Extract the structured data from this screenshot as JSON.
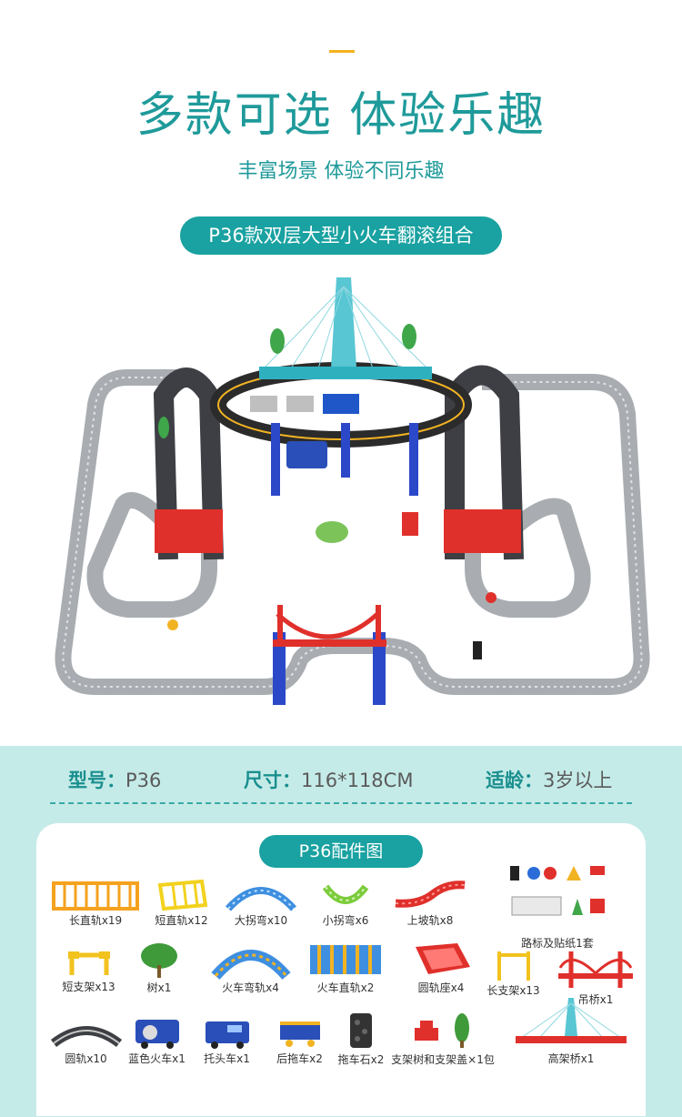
{
  "header": {
    "title": "多款可选 体验乐趣",
    "subtitle": "丰富场景 体验不同乐趣",
    "product_pill": "P36款双层大型小火车翻滚组合"
  },
  "specs": {
    "model_key": "型号：",
    "model_val": "P36",
    "size_key": "尺寸：",
    "size_val": "116*118CM",
    "age_key": "适龄：",
    "age_val": "3岁以上"
  },
  "parts": {
    "title": "P36配件图",
    "items": [
      {
        "label": "长直轨x19"
      },
      {
        "label": "短直轨x12"
      },
      {
        "label": "大拐弯x10"
      },
      {
        "label": "小拐弯x6"
      },
      {
        "label": "上坡轨x8"
      },
      {
        "label": "路标及贴纸1套"
      },
      {
        "label": "短支架x13"
      },
      {
        "label": "树x1"
      },
      {
        "label": "火车弯轨x4"
      },
      {
        "label": "火车直轨x2"
      },
      {
        "label": "圆轨座x4"
      },
      {
        "label": "长支架x13"
      },
      {
        "label": "吊桥x1"
      },
      {
        "label": "圆轨x10"
      },
      {
        "label": "蓝色火车x1"
      },
      {
        "label": "托头车x1"
      },
      {
        "label": "后拖车x2"
      },
      {
        "label": "拖车石x2"
      },
      {
        "label": "支架树和支架盖×1包"
      },
      {
        "label": "高架桥x1"
      }
    ]
  },
  "colors": {
    "teal": "#1aa1a1",
    "band": "#c5ebe8",
    "accent": "#f5b21e"
  }
}
